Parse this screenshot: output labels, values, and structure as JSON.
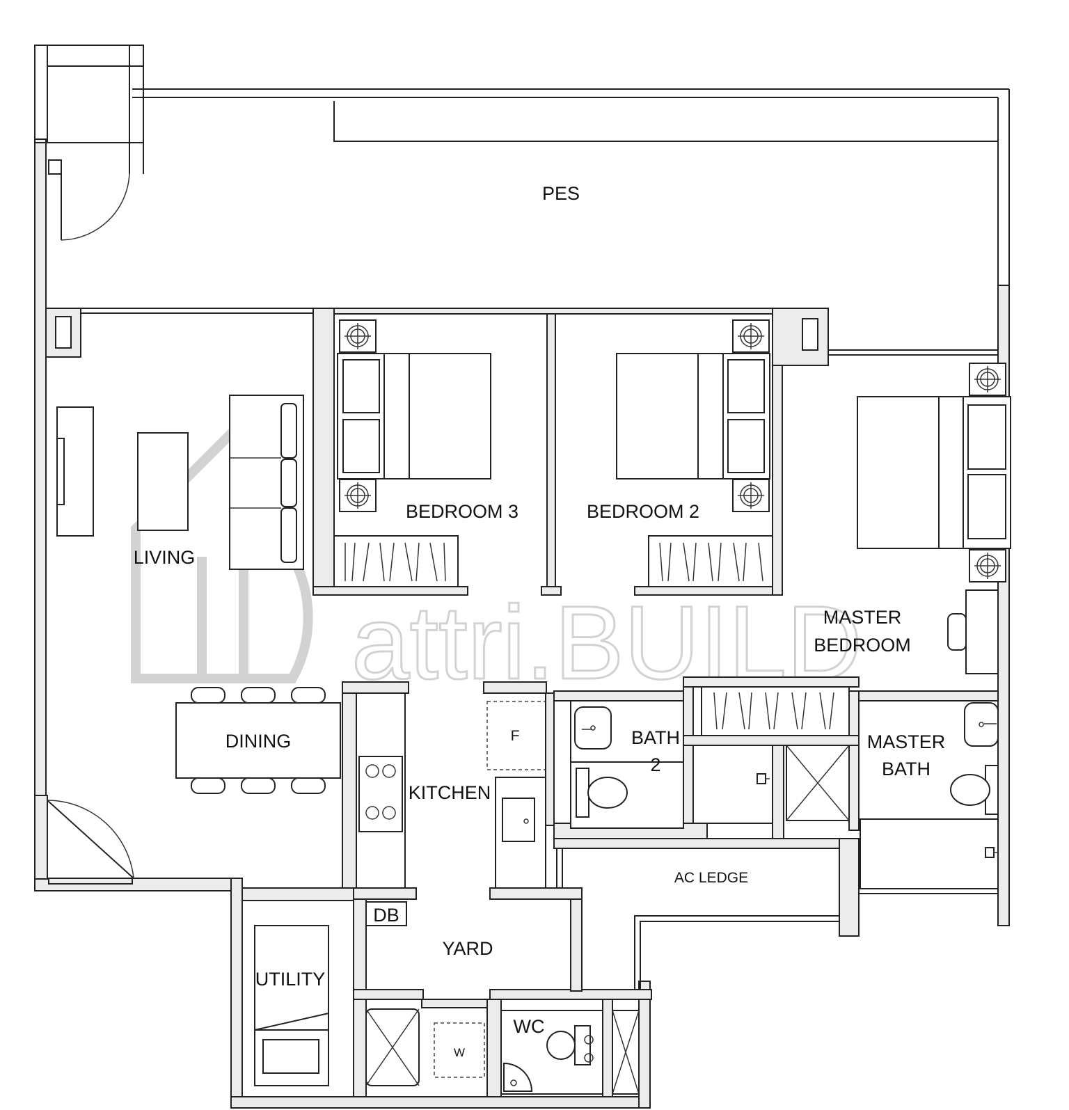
{
  "rooms": {
    "pes": "PES",
    "living": "LIVING",
    "dining": "DINING",
    "bedroom3": "BEDROOM 3",
    "bedroom2": "BEDROOM 2",
    "master_bedroom_line1": "MASTER",
    "master_bedroom_line2": "BEDROOM",
    "kitchen": "KITCHEN",
    "bath2_line1": "BATH",
    "bath2_line2": "2",
    "master_bath_line1": "MASTER",
    "master_bath_line2": "BATH",
    "ac_ledge": "AC LEDGE",
    "yard": "YARD",
    "utility": "UTILITY",
    "wc": "WC",
    "db": "DB",
    "fridge": "F",
    "washer": "W"
  },
  "watermark": {
    "text": "attri.BUILD",
    "color": "#d2d2d2"
  }
}
